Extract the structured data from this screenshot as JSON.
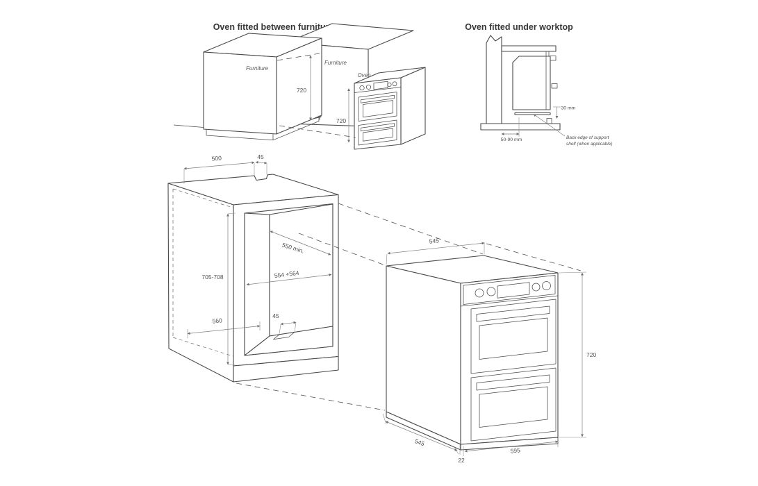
{
  "titles": {
    "between_furnitures": "Oven fitted between furnitures",
    "under_worktop": "Oven fitted under worktop"
  },
  "between_furnitures": {
    "left_furniture_label": "Furniture",
    "right_furniture_label": "Furniture",
    "oven_label": "Oven",
    "niche_height": "720",
    "oven_height": "720"
  },
  "under_worktop": {
    "rear_gap": "30 mm",
    "shelf_setback": "50-90 mm",
    "note_line1": "Back edge of support",
    "note_line2": "shelf (when applicable)"
  },
  "cabinet": {
    "top_width": "500",
    "top_notch_width": "45",
    "front_height": "705-708",
    "depth_min": "550 min.",
    "niche_width": "554 +564",
    "bottom_depth": "560",
    "bottom_notch_width": "45"
  },
  "oven": {
    "top_depth": "545",
    "height": "720",
    "bottom_depth": "545",
    "frame_overhang": "22",
    "width": "595"
  },
  "colors": {
    "outline": "#4a4a4a",
    "dimension": "#7e7e7e",
    "text": "#4f4f4f",
    "background": "#ffffff",
    "shelf_dark": "#8f8f8f"
  }
}
